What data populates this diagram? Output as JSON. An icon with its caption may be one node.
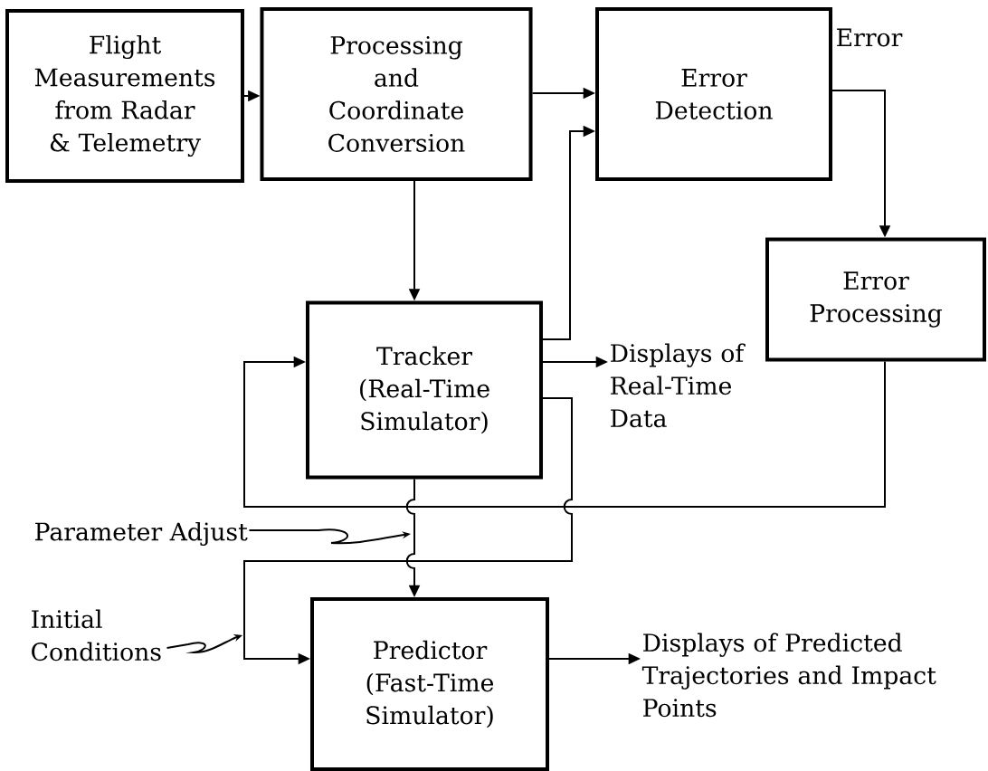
{
  "diagram": {
    "nodes": [
      {
        "text": [
          "Flight Measurements from Radar & Telemetry"
        ]
      },
      {
        "text": [
          "Processing and Coordinate Conversion"
        ]
      },
      {
        "text": [
          "Error Detection"
        ]
      },
      {
        "text": [
          "Error Processing"
        ]
      },
      {
        "text": [
          "Tracker (Real-Time Simulator)"
        ]
      },
      {
        "text": [
          "Displays of Real-Time Data"
        ]
      },
      {
        "text": [
          "Predictor (Fast-Time Simulator)"
        ]
      },
      {
        "text": [
          "Displays of Predicted Trajectories and Impact Points"
        ]
      },
      {
        "text": [
          "Parameter Adjust"
        ]
      },
      {
        "text": [
          "Initial Conditions"
        ]
      }
    ],
    "edges": [
      {
        "from": 0,
        "to": 1,
        "arrow": "to"
      },
      {
        "from": 1,
        "to": 2,
        "arrow": "to"
      },
      {
        "from": 1,
        "to": 4,
        "arrow": "to"
      },
      {
        "from": 4,
        "to": 2,
        "arrow": "to"
      },
      {
        "from": 2,
        "to": 3,
        "arrow": "to",
        "label": "Error"
      },
      {
        "from": 3,
        "to": 4,
        "arrow": "to"
      },
      {
        "from": 4,
        "to": 5,
        "arrow": "to"
      },
      {
        "from": 4,
        "to": 6,
        "arrow": "to"
      },
      {
        "from": 4,
        "to": 6,
        "arrow": "to"
      },
      {
        "from": 6,
        "to": 7,
        "arrow": "to"
      },
      {
        "from": 8,
        "to": null,
        "arrow": "to"
      },
      {
        "from": 9,
        "to": null,
        "arrow": "to"
      }
    ]
  }
}
